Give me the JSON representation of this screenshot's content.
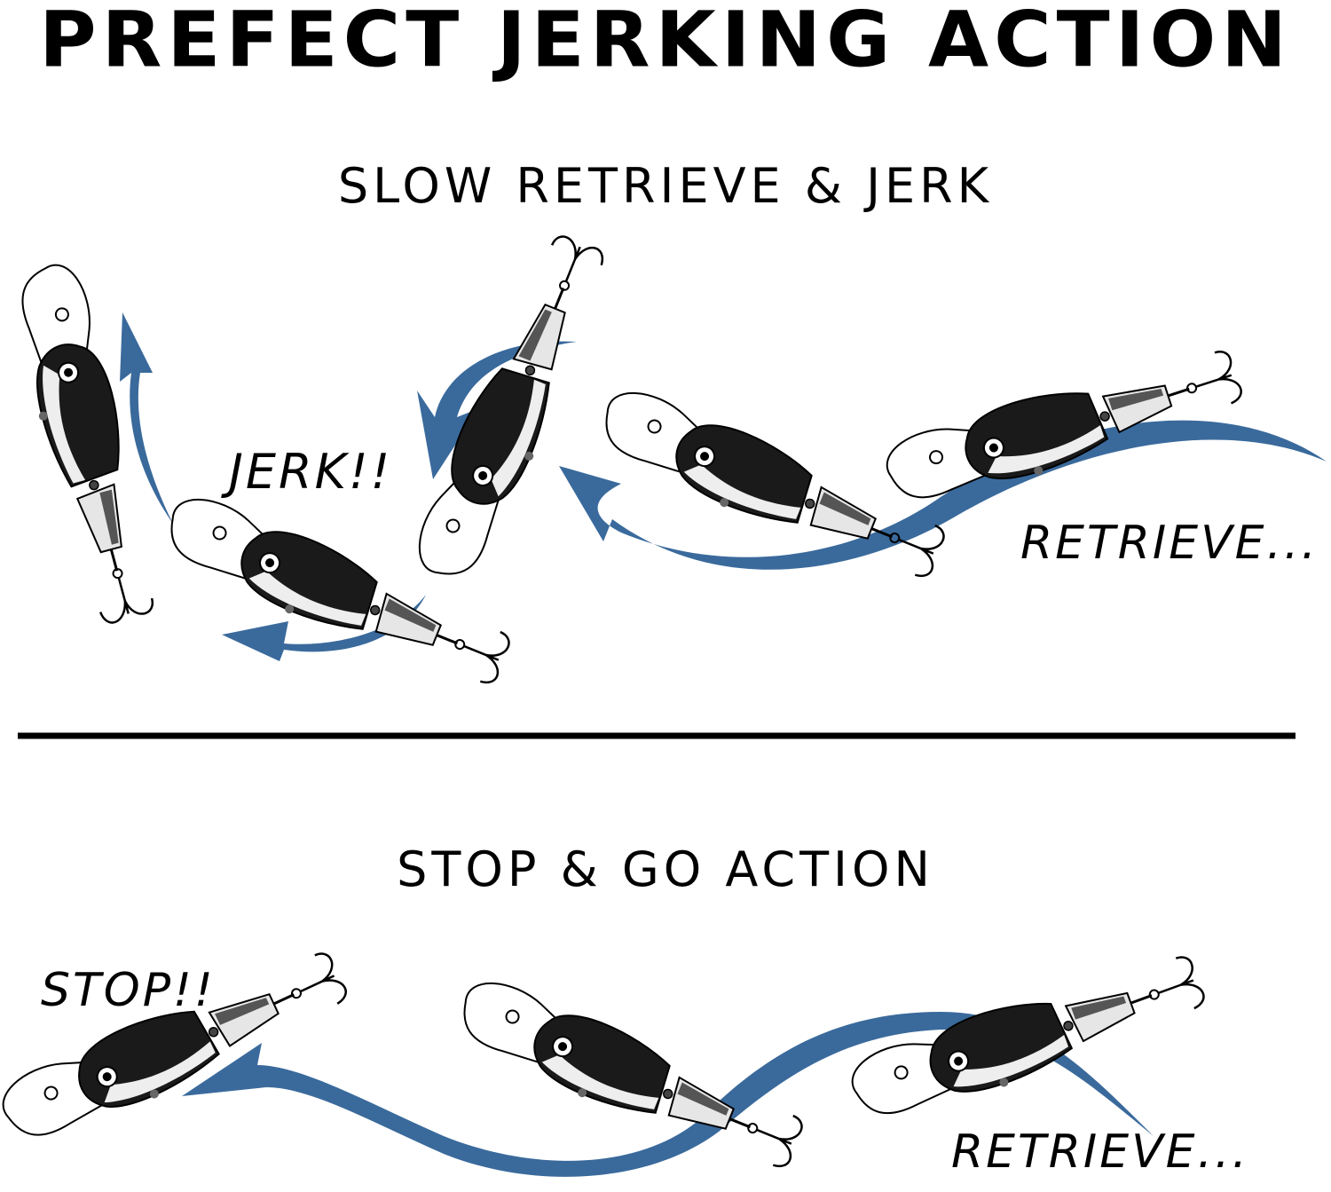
{
  "title": "PREFECT JERKING ACTION",
  "sections": [
    {
      "heading": "SLOW RETRIEVE & JERK",
      "labels": {
        "action": "JERK!!",
        "retrieve": "RETRIEVE..."
      }
    },
    {
      "heading": "STOP & GO ACTION",
      "labels": {
        "action": "STOP!!",
        "retrieve": "RETRIEVE..."
      }
    }
  ],
  "colors": {
    "arrow": "#3a6a9c",
    "text": "#000000",
    "divider": "#000000"
  },
  "icons": [
    "fishing-lure-icon",
    "treble-hook-icon",
    "curved-arrow-icon"
  ]
}
